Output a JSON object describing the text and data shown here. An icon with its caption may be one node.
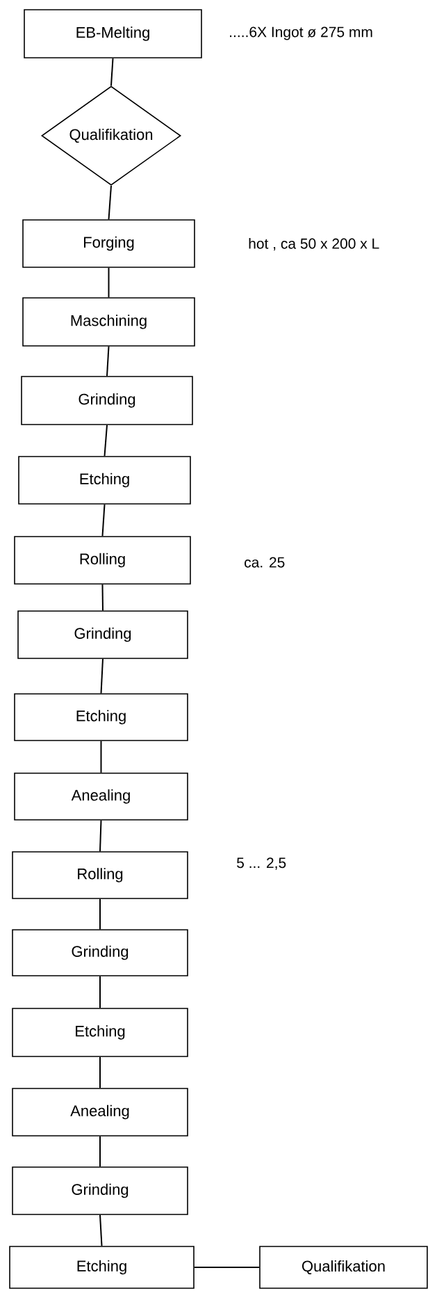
{
  "diagram": {
    "nodes": [
      {
        "text": [
          "EB-Melting"
        ],
        "beside": [
          ".....6X  Ingot ø 275 mm"
        ]
      },
      {
        "text": [
          "Qualifikation"
        ]
      },
      {
        "text": [
          "Forging"
        ],
        "beside": [
          "hot , ca 50 x 200 x L"
        ]
      },
      {
        "text": [
          "Maschining"
        ]
      },
      {
        "text": [
          "Grinding"
        ]
      },
      {
        "text": [
          "Etching"
        ]
      },
      {
        "text": [
          "Rolling"
        ],
        "beside": [
          "ca. 25"
        ]
      },
      {
        "text": [
          "Grinding"
        ]
      },
      {
        "text": [
          "Etching"
        ]
      },
      {
        "text": [
          "Anealing"
        ]
      },
      {
        "text": [
          "Rolling"
        ],
        "beside": [
          "5 ... 2,5"
        ]
      },
      {
        "text": [
          "Grinding"
        ]
      },
      {
        "text": [
          "Etching"
        ]
      },
      {
        "text": [
          "Anealing"
        ]
      },
      {
        "text": [
          "Grinding"
        ]
      },
      {
        "text": [
          "Etching"
        ]
      },
      {
        "text": [
          "Qualifikation"
        ]
      }
    ],
    "edges": [
      {
        "from": 0,
        "to": 1,
        "arrow": "none"
      },
      {
        "from": 1,
        "to": 2,
        "arrow": "none"
      },
      {
        "from": 2,
        "to": 3,
        "arrow": "none"
      },
      {
        "from": 3,
        "to": 4,
        "arrow": "none"
      },
      {
        "from": 4,
        "to": 5,
        "arrow": "none"
      },
      {
        "from": 5,
        "to": 6,
        "arrow": "none"
      },
      {
        "from": 6,
        "to": 7,
        "arrow": "none"
      },
      {
        "from": 7,
        "to": 8,
        "arrow": "none"
      },
      {
        "from": 8,
        "to": 9,
        "arrow": "none"
      },
      {
        "from": 9,
        "to": 10,
        "arrow": "none"
      },
      {
        "from": 10,
        "to": 11,
        "arrow": "none"
      },
      {
        "from": 11,
        "to": 12,
        "arrow": "none"
      },
      {
        "from": 12,
        "to": 13,
        "arrow": "none"
      },
      {
        "from": 13,
        "to": 14,
        "arrow": "none"
      },
      {
        "from": 14,
        "to": 15,
        "arrow": "none"
      },
      {
        "from": 15,
        "to": 16,
        "arrow": "none"
      }
    ]
  }
}
